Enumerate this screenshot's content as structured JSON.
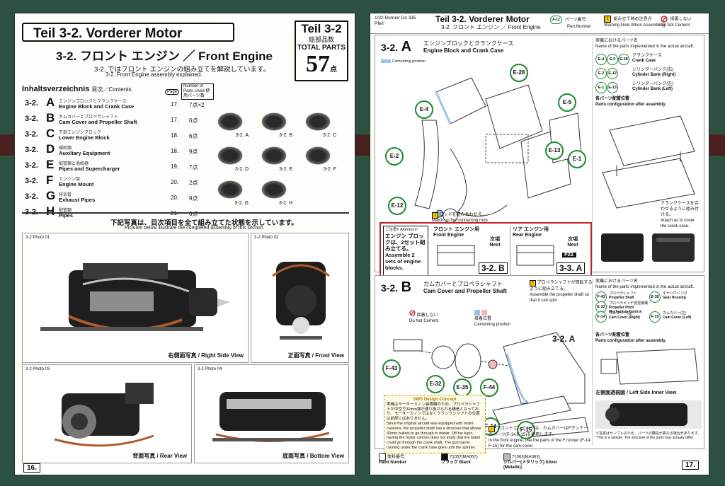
{
  "left_page": {
    "title": "Teil 3-2.  Vorderer Motor",
    "parts_box": {
      "title": "Teil 3-2",
      "jp": "総部品数",
      "label": "TOTAL PARTS",
      "count": "57",
      "unit": "点"
    },
    "subtitle": "3-2. フロント エンジン ／ Front Engine",
    "intro_jp": "3-2. ではフロント エンジンの組み立てを解説しています。",
    "intro_en": "3-2. Front Engine assembly explained.",
    "toc_title": "Inhaltsverzeichnis",
    "toc_title_sub": "目次／Contents",
    "toc_legend_page": "Page",
    "toc_legend_parts": "Number of Parts Used 使用パーツ数",
    "toc": [
      {
        "key": "3-2.",
        "letter": "A",
        "jp": "エンジンブロックとクランクケース",
        "en": "Engine Block and Crank Case",
        "page": "17.",
        "count": "7点×2"
      },
      {
        "key": "3-2.",
        "letter": "B",
        "jp": "カムカバーとプロペラシャフト",
        "en": "Cam Cover and Propeller Shaft",
        "page": "17.",
        "count": "6点"
      },
      {
        "key": "3-2.",
        "letter": "C",
        "jp": "下部エンジンブロック",
        "en": "Lower Engine Block",
        "page": "18.",
        "count": "6点"
      },
      {
        "key": "3-2.",
        "letter": "D",
        "jp": "補助類",
        "en": "Auxiliary Equipment",
        "page": "18.",
        "count": "9点"
      },
      {
        "key": "3-2.",
        "letter": "E",
        "jp": "配管類と過給器",
        "en": "Pipes and Supercharger",
        "page": "19.",
        "count": "7点"
      },
      {
        "key": "3-2.",
        "letter": "F",
        "jp": "エンジン架",
        "en": "Engine Mount",
        "page": "20.",
        "count": "2点"
      },
      {
        "key": "3-2.",
        "letter": "G",
        "jp": "排気管",
        "en": "Exhaust Pipes",
        "page": "20.",
        "count": "9点"
      },
      {
        "key": "3-2.",
        "letter": "H",
        "jp": "配管類",
        "en": "Pipes",
        "page": "21.",
        "count": "6点"
      }
    ],
    "thumbs": [
      "3-2. A",
      "3-2. B",
      "3-2. C",
      "3-2. D",
      "3-2. E",
      "3-2. F",
      "3-2. G",
      "3-2. H"
    ],
    "photos_jp": "下記写真は、目次項目を全て組み立てた状態を示しています。",
    "photos_en": "Pictures below illustrate the completed assembly of this section.",
    "photos": [
      {
        "label": "3-2 Photo  01",
        "caption": "右側面写真 / Right Side View"
      },
      {
        "label": "3-2 Photo  02",
        "caption": "正面写真 / Front View"
      },
      {
        "label": "3-2 Photo  03",
        "caption": "背面写真 / Rear View"
      },
      {
        "label": "3-2 Photo  04",
        "caption": "底面写真 / Bottom View"
      }
    ],
    "page_number": "16."
  },
  "right_page": {
    "model": "1/32 Dornier Do 335 Pfeil",
    "title": "Teil 3-2. Vorderer Motor",
    "subtitle": "3-2. フロント エンジン ／ Front Engine",
    "legend": [
      {
        "icon": "A-12",
        "jp": "パーツ番号:",
        "en": "Part Number"
      },
      {
        "icon": "!",
        "jp": "組み立て時の注意点",
        "en": "Warning Note When Assembling"
      },
      {
        "icon": "no-cement",
        "jp": "接着しない",
        "en": "Do Not Cement"
      }
    ],
    "step_a": {
      "num": "3-2.",
      "letter": "A",
      "jp": "エンジンブロックとクランクケース",
      "en": "Engine Block and Crank Case",
      "cement_label": "Cementing position",
      "parts": [
        "E-28",
        "E-4",
        "E-5",
        "E-13",
        "E-1",
        "E-2",
        "E-12"
      ],
      "note_jp": "ロッドを組み合わせる。",
      "note_en": "Match up the connecting rods.",
      "warn_label": "ご注意!! Attention!!",
      "warn_jp": "エンジン ブロックは、2セット組み立てる。",
      "warn_en": "Assemble 2 sets of engine blocks.",
      "front_label_jp": "フロント エンジン用",
      "front_label_en": "Front Engine",
      "rear_label_jp": "リア エンジン用",
      "rear_label_en": "Rear Engine",
      "next": "次項 Next",
      "front_next": "3-2. B",
      "rear_next": "3-3. A",
      "rear_page": "P23.",
      "side_title_jp": "実機におけるパーツ名",
      "side_title_en": "Name of the parts implemented in the actual aircraft.",
      "side_parts": [
        {
          "ids": [
            "E-4",
            "E-5",
            "E-28"
          ],
          "jp": "クランクケース",
          "en": "Crank Case"
        },
        {
          "ids": [
            "E-2",
            "E-12"
          ],
          "jp": "シリンダーバンク(右)",
          "en": "Cylinder Bank (Right)"
        },
        {
          "ids": [
            "E-1",
            "E-13"
          ],
          "jp": "シリンダーバンク(左)",
          "en": "Cylinder Bank (Left)"
        }
      ],
      "config_jp": "各パーツ配置位置",
      "config_en": "Parts configuration after assembly.",
      "crank_note_jp": "クランクケースを合わせるように組み付ける。",
      "crank_note_en": "Attach as to cover the crank case."
    },
    "step_b": {
      "num": "3-2.",
      "letter": "B",
      "jp": "カムカバーとプロペラシャフト",
      "en": "Cam Cover and Propeller Shaft",
      "warn_jp": "プロペラシャフトが回転するように組み立てる。",
      "warn_en": "Assemble the propeller shaft so that it can spin.",
      "no_cement_jp": "接着しない",
      "no_cement_en": "Do Not Cement",
      "cement_jp": "接着位置",
      "cement_en": "Cementing position",
      "parts": [
        "F-43",
        "E-32",
        "E-35",
        "F-44",
        "F-14",
        "F-15"
      ],
      "ref": "3-2. A",
      "concept_title": "SWS Design Concept",
      "concept_jp": "実機はモーターカノン装備機のため、プロペラシャフトが中空で30mm弾が通り抜けられる構造となっており、モーターカノンではなくクランクシャフトの位置は前部にはありません。",
      "concept_en": "Since the original aircraft was equipped with motor cannons, the propeller shaft has a structure that allows 30mm bullets to go through in midair. Off the topic, having the motor cannon does not imply that the bullet could go through the crank shaft. The gun barrel running under the crank case goes until the spinner.",
      "bottom_warn_jp": "フロントエンジンでは、カムカバーはFランナーのパーツ(F-14,F-15)を使用します。",
      "bottom_warn_en": "In the front engine, use the parts of the F runner (F-14, F-15) for the cam cover.",
      "side_title_jp": "実機におけるパーツ名",
      "side_title_en": "Name of the parts implemented in the actual aircraft.",
      "side_parts": [
        {
          "id": "F-43",
          "jp": "プロペラシャフト",
          "en": "Propeller Shaft"
        },
        {
          "id": "E-35",
          "jp": "ギヤハウジング",
          "en": "Gear Housing"
        },
        {
          "id": "E-32",
          "jp": "プロペラピッチ変更機構",
          "en": "Propeller Pitch Mechanism Control"
        },
        {
          "id": "F-14",
          "jp": "カムカバー(右)",
          "en": "Cam Cover (Right)"
        },
        {
          "id": "F-15",
          "jp": "カムカバー(左)",
          "en": "Cam Cover (Left)"
        }
      ],
      "config_jp": "各パーツ配置位置",
      "config_en": "Parts configuration after assembly.",
      "inner_view": "左側面透視図 / Left Side Inner View",
      "sample_note_jp": "※写真はサンプルのため、パーツの構造が異なる場合があります。",
      "sample_note_en": "*This is a sample. The structure of the parts may actually differ."
    },
    "paints": [
      {
        "code": "塗料番号:",
        "name": "Paint Number",
        "color": "#ffffff"
      },
      {
        "code": "71057(MA057)",
        "name": "ブラック Black",
        "color": "#111111"
      },
      {
        "code": "71063(MA063)",
        "name": "シルバー(メタリック) Silver (Metallic)",
        "color": "#b8b8b8"
      }
    ],
    "page_number": "17."
  },
  "colors": {
    "background": "#2d5140",
    "spine": "#4a1f1f",
    "part_circle": "#1b8a2e",
    "warning_red": "#c0242b",
    "cement_blue": "#9fc3e8"
  }
}
